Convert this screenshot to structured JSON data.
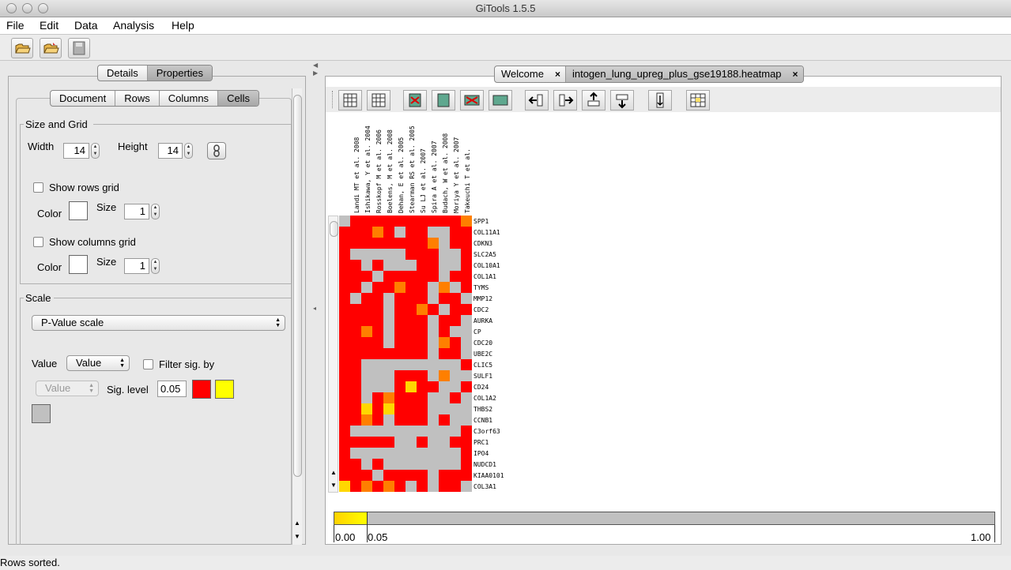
{
  "window": {
    "title": "GiTools 1.5.5"
  },
  "menubar": {
    "items": [
      "File",
      "Edit",
      "Data",
      "Analysis",
      "Help"
    ]
  },
  "toolbar": {
    "buttons": [
      "open-folder-icon",
      "open-folder-alt-icon",
      "save-disk-icon"
    ]
  },
  "left_panel": {
    "tabs": [
      "Details",
      "Properties"
    ],
    "active_tab": "Properties",
    "subtabs": [
      "Document",
      "Rows",
      "Columns",
      "Cells"
    ],
    "active_subtab": "Cells",
    "size_grid": {
      "title": "Size and Grid",
      "width_label": "Width",
      "width_value": "14",
      "height_label": "Height",
      "height_value": "14",
      "show_rows_grid": "Show rows grid",
      "rows_color_label": "Color",
      "rows_size_label": "Size",
      "rows_size_value": "1",
      "show_columns_grid": "Show columns grid",
      "cols_color_label": "Color",
      "cols_size_label": "Size",
      "cols_size_value": "1"
    },
    "scale": {
      "title": "Scale",
      "scale_select": "P-Value scale",
      "value_label": "Value",
      "value_select": "Value",
      "filter_label": "Filter sig. by",
      "filter_select": "Value",
      "sig_label": "Sig. level",
      "sig_value": "0.05",
      "colors": {
        "min": "#ff0000",
        "max": "#ffff00",
        "nonsig": "#c0c0c0"
      }
    }
  },
  "editor": {
    "tabs": [
      {
        "label": "Welcome",
        "close": "×"
      },
      {
        "label": "intogen_lung_upreg_plus_gse19188.heatmap",
        "close": "×"
      }
    ],
    "toolbar_icons": [
      "select-all-icon",
      "unselect-all-icon",
      "hide-columns-icon",
      "show-columns-icon",
      "hide-rows-icon",
      "show-rows-icon",
      "move-left-icon",
      "move-right-icon",
      "move-up-icon",
      "move-down-icon",
      "cluster-icon",
      "sort-icon"
    ]
  },
  "heatmap": {
    "columns": [
      "Landi MT et al. 2008",
      "Ishikawa, Y et al. 2004",
      "Rosskopf M et al. 2006",
      "Boelens, M et al. 2008",
      "Dehan, E et al. 2005",
      "Stearman RS et al. 2005",
      "Su LJ et al. 2007",
      "Spira A et al. 2007",
      "Budach, W et al. 2008",
      "Moriya Y et al. 2007",
      "Takeuchi T et al."
    ],
    "rows": [
      "SPP1",
      "COL11A1",
      "CDKN3",
      "SLC2A5",
      "COL10A1",
      "COL1A1",
      "TYMS",
      "MMP12",
      "CDC2",
      "AURKA",
      "CP",
      "CDC20",
      "UBE2C",
      "CLIC5",
      "SULF1",
      "CD24",
      "COL1A2",
      "THBS2",
      "CCNB1",
      "C3orf63",
      "PRC1",
      "IPO4",
      "NUDCD1",
      "KIAA0101",
      "COL3A1"
    ],
    "legend": {
      "R": "#ff0000",
      "O": "#ff7f00",
      "Y": "#ffd700",
      "G": "#c0c0c0"
    },
    "cells": [
      "GRRRRRRRRRRO",
      "RRRORGRRGGRR",
      "RRRRRRRROGRR",
      "RGGGGGRRRGGR",
      "RRGRGGGRRGGR",
      "RRRGRRRRRGRR",
      "RRGRRORRGOGR",
      "RGRRGRRRGRRG",
      "RRRRGRRORGRR",
      "RRRRGRRRGRRG",
      "RRORGRRRGRGG",
      "RRRRGRRRGORG",
      "RRRRRRRRGRRG",
      "RRGGGGGGGGGR",
      "RRGGGRRRGOGG",
      "RRGGGRYRRGGR",
      "RRGRORRRGGRG",
      "RRYRYRRRGGGG",
      "RRORGRRRGRGG",
      "RGGGGGGGGGGR",
      "RRRRRGGRGGRR",
      "RGGGGGGGGGGR",
      "RRGRGGGGGGGR",
      "RRRGRRRRGRRR",
      "YRORORGRGRRG"
    ]
  },
  "scale_bar": {
    "min_label": "0.00",
    "sig_label": "0.05",
    "max_label": "1.00",
    "sig_fraction": 0.05
  },
  "status": {
    "text": "Rows sorted."
  }
}
